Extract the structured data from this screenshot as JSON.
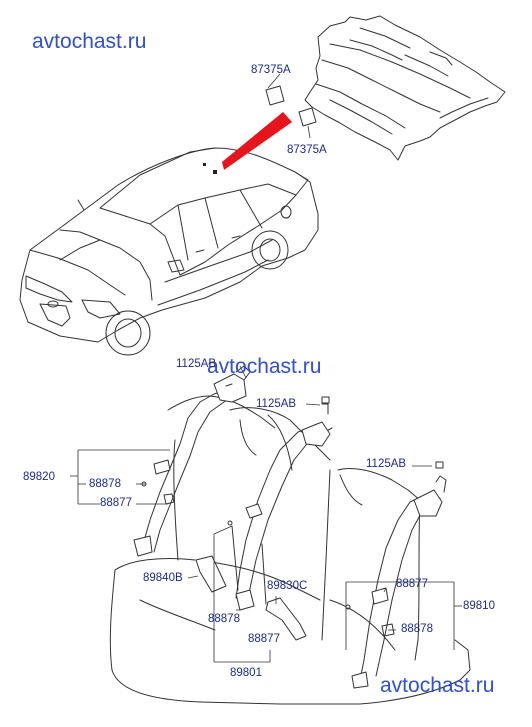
{
  "watermarks": [
    "avtochast.ru",
    "avtochast.ru",
    "avtochast.ru"
  ],
  "callouts": {
    "p87375A_top": "87375A",
    "p87375A_bottom": "87375A",
    "p1125AB_a": "1125AB",
    "p1125AB_b": "1125AB",
    "p1125AB_c": "1125AB",
    "p89820": "89820",
    "p88878_left": "88878",
    "p88877_left": "88877",
    "p89840B": "89840B",
    "p88878_mid": "88878",
    "p88877_mid": "88877",
    "p89830C": "89830C",
    "p89801": "89801",
    "p88877_right": "88877",
    "p89810": "89810",
    "p88878_right": "88878"
  },
  "colors": {
    "watermark": "#2e4fd8",
    "callout_text": "#1c2a8f",
    "line_art": "#333333",
    "highlight": "#e8141b"
  }
}
